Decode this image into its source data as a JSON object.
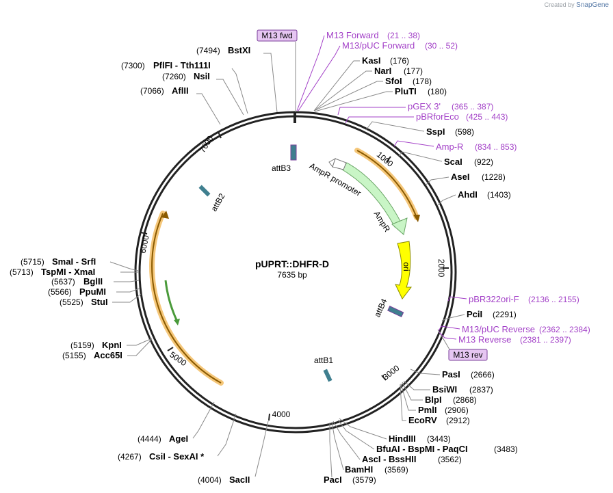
{
  "credit": {
    "prefix": "Created by",
    "brand": "SnapGene"
  },
  "plasmid": {
    "name": "pUPRT::DHFR-D",
    "size": "7635 bp"
  },
  "ticks": [
    "1000",
    "2000",
    "3000",
    "4000",
    "5000",
    "6000",
    "7000"
  ],
  "features": {
    "attB3": "attB3",
    "attB2": "attB2",
    "attB4": "attB4",
    "attB1": "attB1",
    "ampr_promoter": "AmpR promoter",
    "ampr": "AmpR",
    "ori": "ori"
  },
  "primer_tags": {
    "m13_fwd": "M13 fwd",
    "m13_rev": "M13 rev"
  },
  "primers": [
    {
      "name": "M13 Forward",
      "pos": "(21 .. 38)"
    },
    {
      "name": "M13/pUC Forward",
      "pos": "(30 .. 52)"
    },
    {
      "name": "pGEX 3'",
      "pos": "(365 .. 387)"
    },
    {
      "name": "pBRforEco",
      "pos": "(425 .. 443)"
    },
    {
      "name": "Amp-R",
      "pos": "(834 .. 853)"
    },
    {
      "name": "pBR322ori-F",
      "pos": "(2136 .. 2155)"
    },
    {
      "name": "M13/pUC Reverse",
      "pos": "(2362 .. 2384)"
    },
    {
      "name": "M13 Reverse",
      "pos": "(2381 .. 2397)"
    }
  ],
  "sites_right": [
    {
      "name": "KasI",
      "pos": "(176)"
    },
    {
      "name": "NarI",
      "pos": "(177)"
    },
    {
      "name": "SfoI",
      "pos": "(178)"
    },
    {
      "name": "PluTI",
      "pos": "(180)"
    },
    {
      "name": "SspI",
      "pos": "(598)"
    },
    {
      "name": "ScaI",
      "pos": "(922)"
    },
    {
      "name": "AseI",
      "pos": "(1228)"
    },
    {
      "name": "AhdI",
      "pos": "(1403)"
    },
    {
      "name": "PciI",
      "pos": "(2291)"
    },
    {
      "name": "PasI",
      "pos": "(2666)"
    },
    {
      "name": "BsiWI",
      "pos": "(2837)"
    },
    {
      "name": "BlpI",
      "pos": "(2868)"
    },
    {
      "name": "PmlI",
      "pos": "(2906)"
    },
    {
      "name": "EcoRV",
      "pos": "(2912)"
    },
    {
      "name": "HindIII",
      "pos": "(3443)"
    },
    {
      "name": "BfuAI - BspMI - PaqCI",
      "pos": "(3483)"
    },
    {
      "name": "AscI - BssHII",
      "pos": "(3562)"
    },
    {
      "name": "BamHI",
      "pos": "(3569)"
    },
    {
      "name": "PacI",
      "pos": "(3579)"
    }
  ],
  "sites_left": [
    {
      "name": "BstXI",
      "pos": "(7494)"
    },
    {
      "name": "PflFI - Tth111I",
      "pos": "(7300)"
    },
    {
      "name": "NsiI",
      "pos": "(7260)"
    },
    {
      "name": "AflII",
      "pos": "(7066)"
    },
    {
      "name": "SmaI - SrfI",
      "pos": "(5715)"
    },
    {
      "name": "TspMI - XmaI",
      "pos": "(5713)"
    },
    {
      "name": "BglII",
      "pos": "(5637)"
    },
    {
      "name": "PpuMI",
      "pos": "(5566)"
    },
    {
      "name": "StuI",
      "pos": "(5525)"
    },
    {
      "name": "KpnI",
      "pos": "(5159)"
    },
    {
      "name": "Acc65I",
      "pos": "(5155)"
    },
    {
      "name": "AgeI",
      "pos": "(4444)"
    },
    {
      "name": "CsiI - SexAI *",
      "pos": "(4267)"
    },
    {
      "name": "SacII",
      "pos": "(4004)"
    }
  ],
  "colors": {
    "backbone": "#222222",
    "primer": "#a23fc7",
    "primer_tag_fill": "#e6c6f2",
    "amp_fill": "#c9f5c6",
    "ori_fill": "#ffff00",
    "orange_highlight": "#f5c77a",
    "att_fill": "#3f7f8f"
  }
}
